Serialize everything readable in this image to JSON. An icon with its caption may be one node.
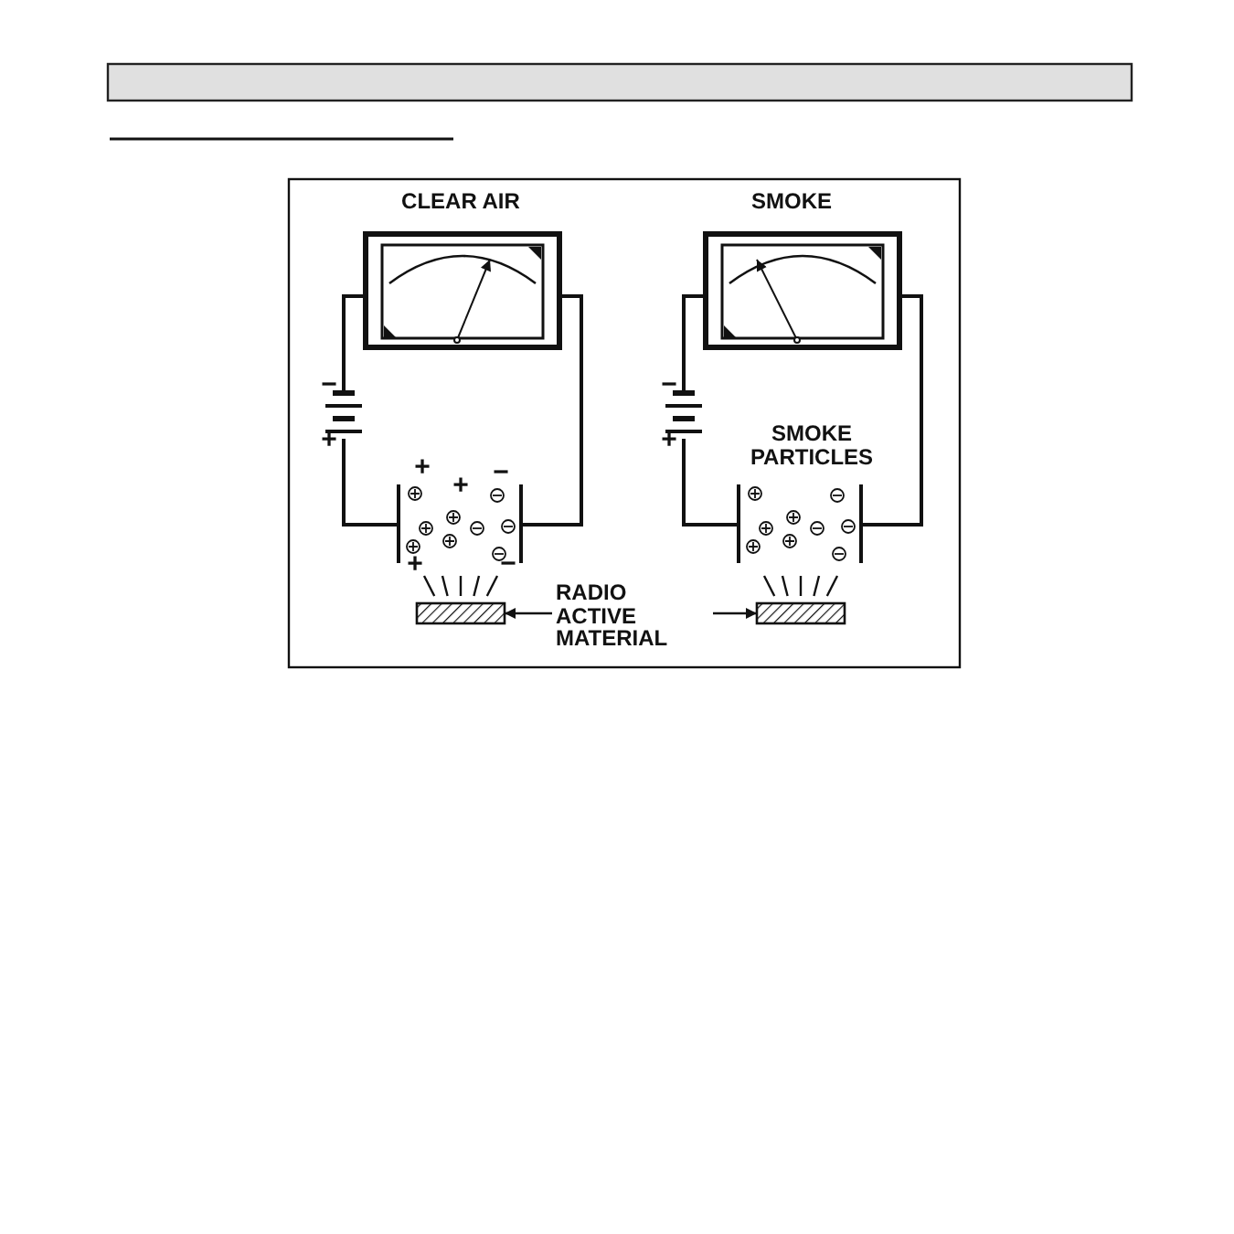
{
  "diagram": {
    "nodes": [
      {
        "text": [],
        "shape": "bar"
      },
      {
        "text": [
          "RADIO ACTIVE MATERIAL"
        ]
      },
      {
        "text": [],
        "shape": "bar"
      }
    ],
    "edges": [
      {
        "from": 1,
        "to": 0,
        "arrow": "to"
      },
      {
        "from": 1,
        "to": 2,
        "arrow": "to"
      }
    ],
    "labels": [
      "CLEAR AIR",
      "SMOKE",
      "−",
      "+",
      "+",
      "+",
      "−",
      "+",
      "−",
      "−",
      "+",
      "SMOKE PARTICLES"
    ]
  }
}
